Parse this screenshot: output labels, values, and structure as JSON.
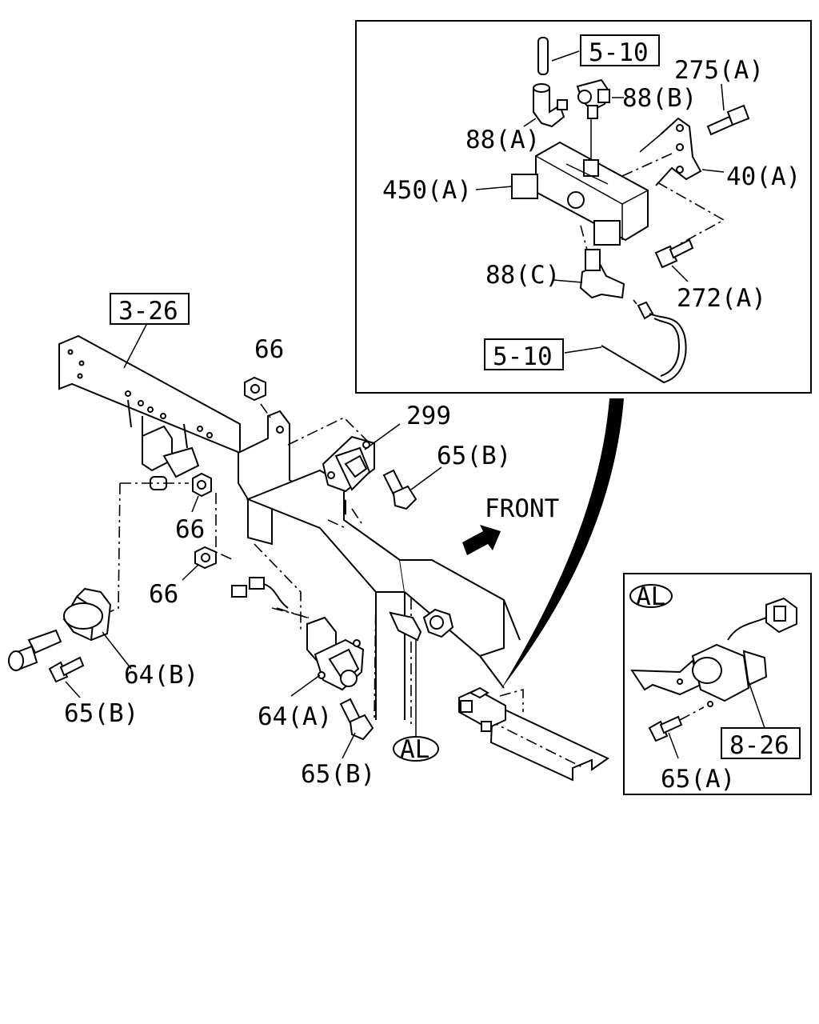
{
  "callouts": {
    "ref_3_26": "3-26",
    "ref_5_10_top": "5-10",
    "ref_5_10_bottom": "5-10",
    "ref_8_26": "8-26",
    "p_275a": "275(A)",
    "p_88b": "88(B)",
    "p_88a": "88(A)",
    "p_40a": "40(A)",
    "p_450a": "450(A)",
    "p_88c": "88(C)",
    "p_272a": "272(A)",
    "p_66_top": "66",
    "p_299": "299",
    "p_65b_top": "65(B)",
    "p_66_mid": "66",
    "p_66_left": "66",
    "p_64b": "64(B)",
    "p_65b_left": "65(B)",
    "p_64a": "64(A)",
    "p_65b_bottom": "65(B)",
    "p_65a": "65(A)",
    "front": "FRONT",
    "al_main": "AL",
    "al_inset": "AL"
  }
}
